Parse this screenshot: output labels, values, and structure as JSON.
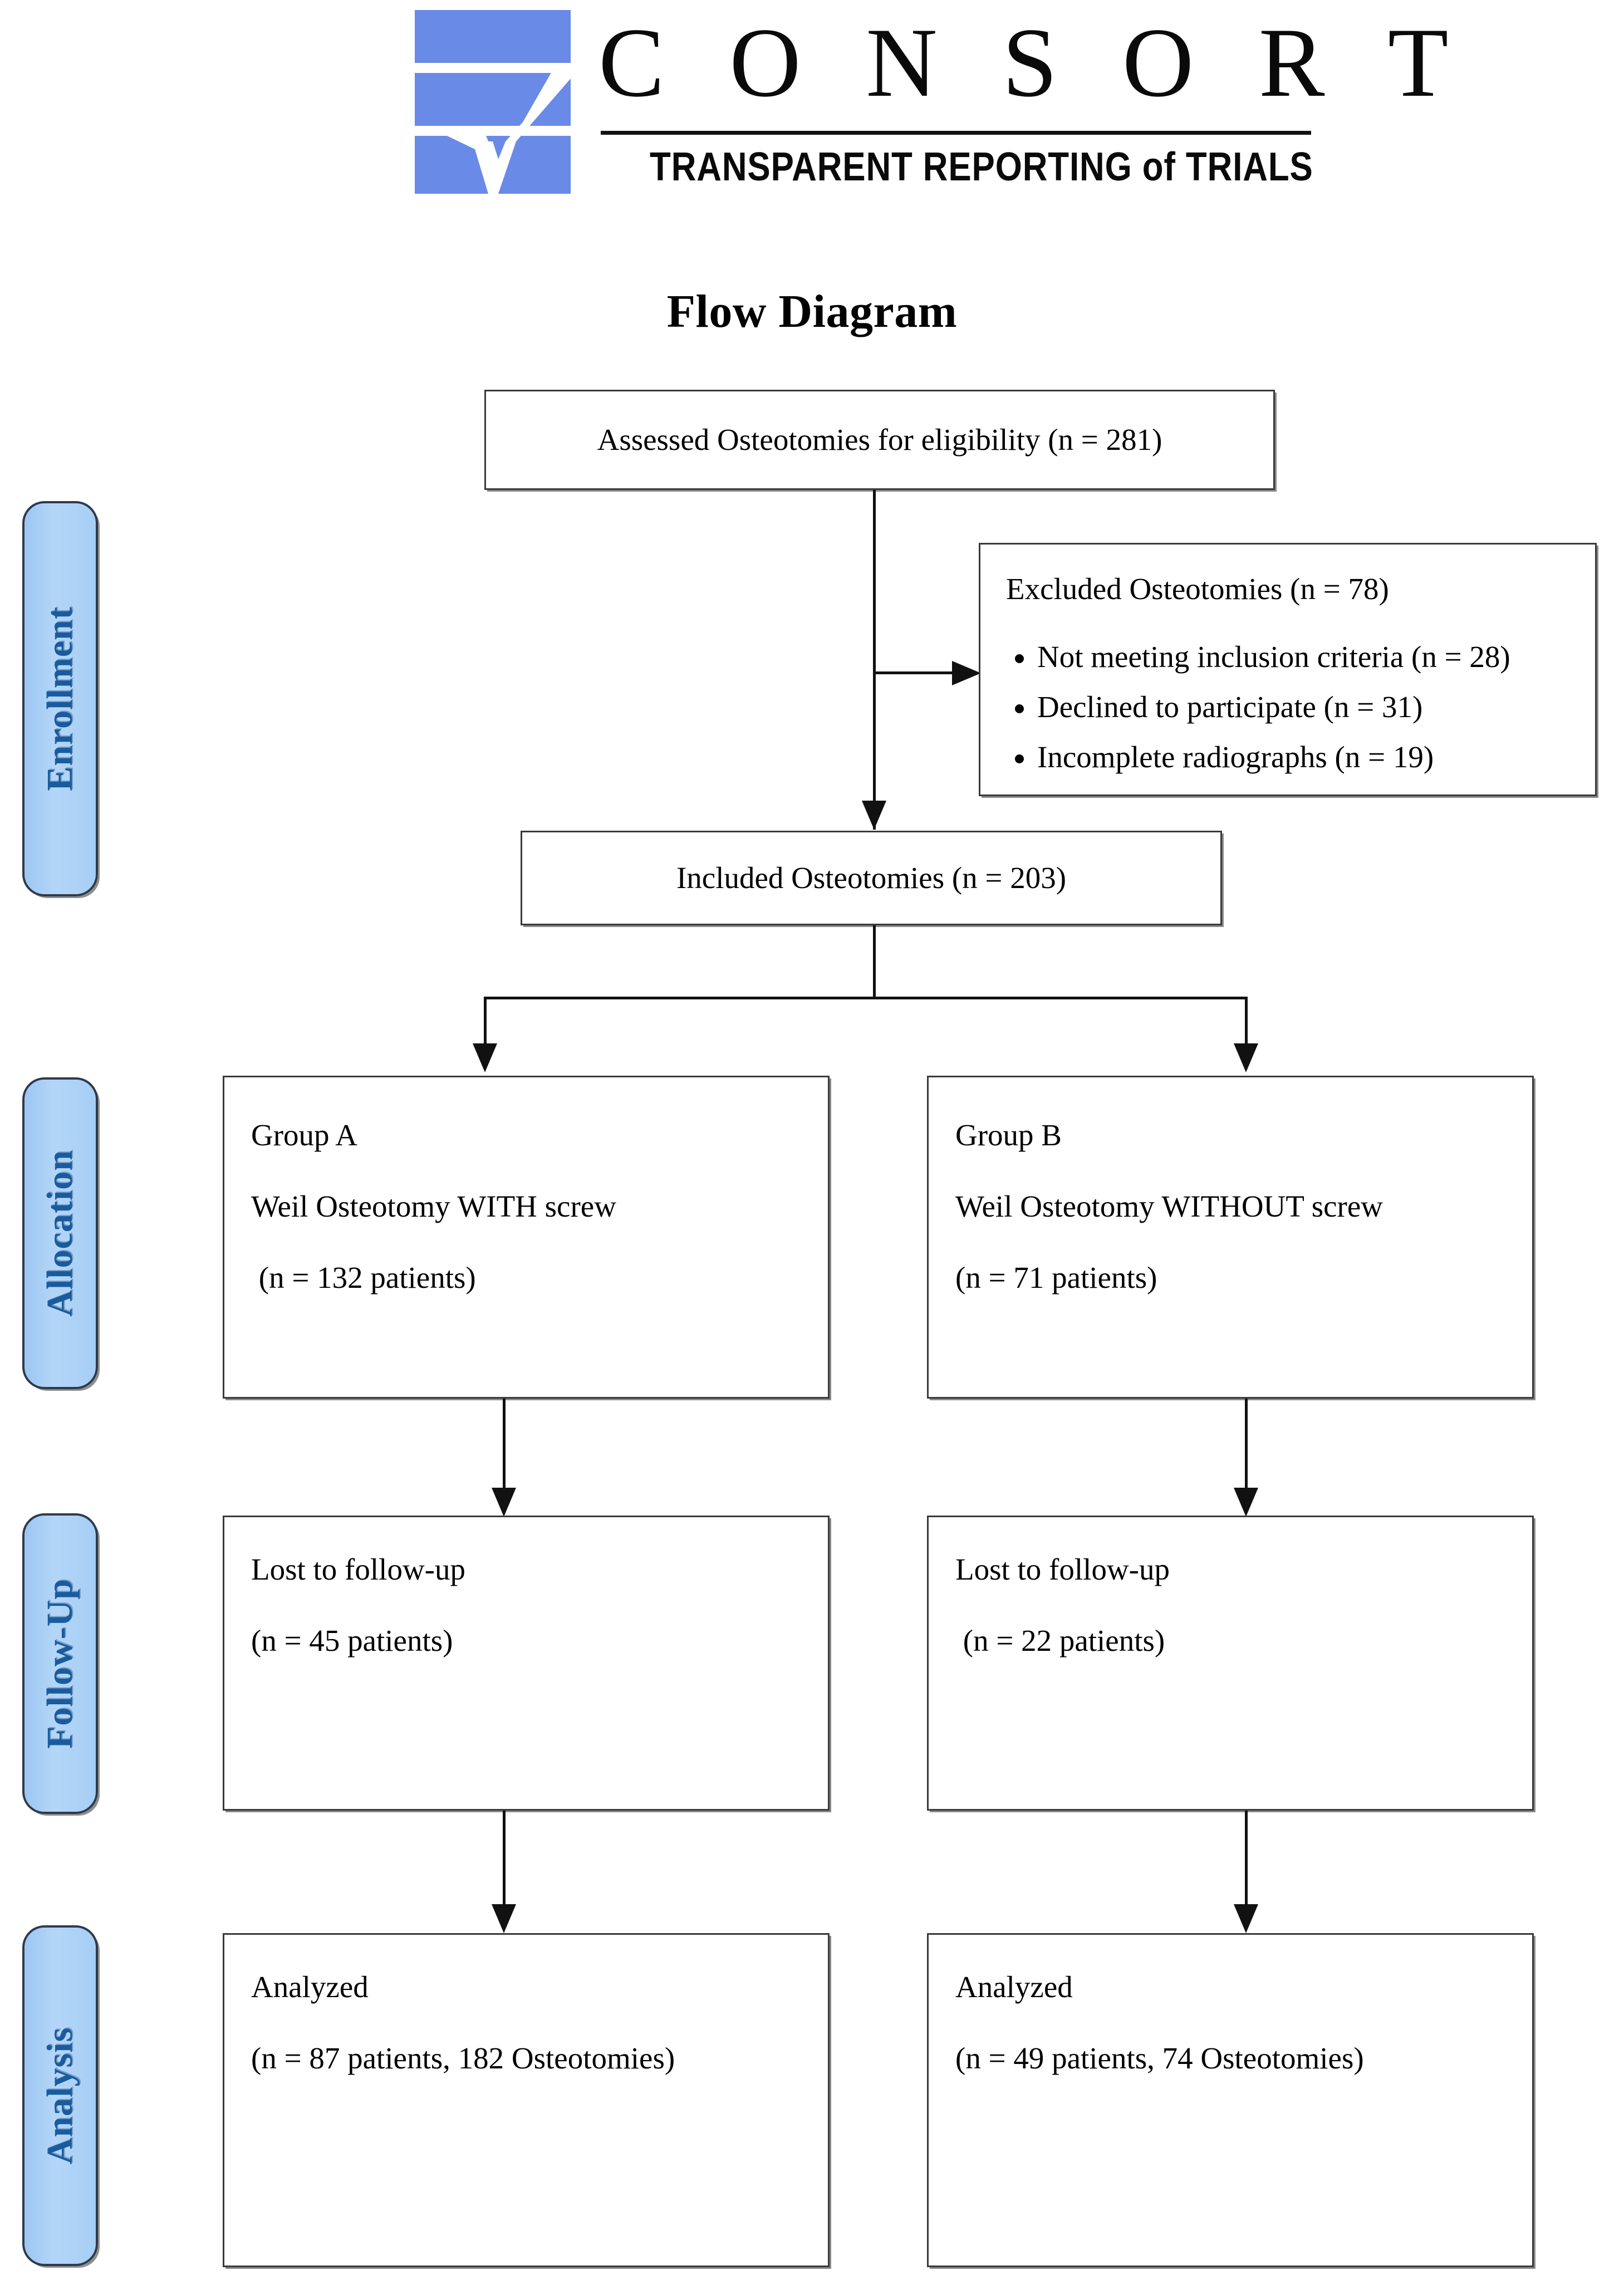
{
  "logo": {
    "wordmark": "C O N S O R T",
    "tagline": "TRANSPARENT REPORTING of TRIALS",
    "mark_name": "consort-checkmark-mark",
    "brand_blue": "#6a8ae8"
  },
  "title": "Flow Diagram",
  "stages": [
    {
      "id": "enrollment",
      "label": "Enrollment"
    },
    {
      "id": "allocation",
      "label": "Allocation"
    },
    {
      "id": "follow-up",
      "label": "Follow-Up"
    },
    {
      "id": "analysis",
      "label": "Analysis"
    }
  ],
  "boxes": {
    "assessed": {
      "text": "Assessed Osteotomies for eligibility (n = 281)"
    },
    "excluded": {
      "heading": "Excluded Osteotomies (n = 78)",
      "items": [
        "Not meeting inclusion criteria (n = 28)",
        "Declined to participate (n = 31)",
        "Incomplete radiographs (n = 19)"
      ]
    },
    "included": {
      "text": "Included Osteotomies (n = 203)"
    },
    "group_a": {
      "line1": "Group A",
      "line2": "Weil Osteotomy WITH screw",
      "line3": " (n = 132 patients)"
    },
    "group_b": {
      "line1": "Group B",
      "line2": "Weil Osteotomy WITHOUT screw",
      "line3": "(n = 71 patients)"
    },
    "lost_a": {
      "line1": "Lost to follow-up",
      "line2": "(n = 45 patients)"
    },
    "lost_b": {
      "line1": "Lost to follow-up",
      "line2": " (n = 22 patients)"
    },
    "analyzed_a": {
      "line1": "Analyzed",
      "line2": "(n = 87 patients, 182 Osteotomies)"
    },
    "analyzed_b": {
      "line1": "Analyzed",
      "line2": "(n = 49 patients, 74 Osteotomies)"
    }
  },
  "chart_data": {
    "type": "flow",
    "title": "Flow Diagram",
    "nodes": [
      {
        "id": "assessed",
        "stage": "Enrollment",
        "label": "Assessed Osteotomies for eligibility",
        "n": 281,
        "unit": "osteotomies"
      },
      {
        "id": "excluded",
        "stage": "Enrollment",
        "label": "Excluded Osteotomies",
        "n": 78,
        "unit": "osteotomies",
        "reasons": [
          {
            "label": "Not meeting inclusion criteria",
            "n": 28
          },
          {
            "label": "Declined to participate",
            "n": 31
          },
          {
            "label": "Incomplete radiographs",
            "n": 19
          }
        ]
      },
      {
        "id": "included",
        "stage": "Enrollment",
        "label": "Included Osteotomies",
        "n": 203,
        "unit": "osteotomies"
      },
      {
        "id": "group_a",
        "stage": "Allocation",
        "label": "Group A — Weil Osteotomy WITH screw",
        "n": 132,
        "unit": "patients"
      },
      {
        "id": "group_b",
        "stage": "Allocation",
        "label": "Group B — Weil Osteotomy WITHOUT screw",
        "n": 71,
        "unit": "patients"
      },
      {
        "id": "lost_a",
        "stage": "Follow-Up",
        "label": "Lost to follow-up (Group A)",
        "n": 45,
        "unit": "patients"
      },
      {
        "id": "lost_b",
        "stage": "Follow-Up",
        "label": "Lost to follow-up (Group B)",
        "n": 22,
        "unit": "patients"
      },
      {
        "id": "analyzed_a",
        "stage": "Analysis",
        "label": "Analyzed (Group A)",
        "n": 87,
        "unit": "patients",
        "osteotomies": 182
      },
      {
        "id": "analyzed_b",
        "stage": "Analysis",
        "label": "Analyzed (Group B)",
        "n": 49,
        "unit": "patients",
        "osteotomies": 74
      }
    ],
    "edges": [
      {
        "from": "assessed",
        "to": "excluded",
        "direction": "right"
      },
      {
        "from": "assessed",
        "to": "included",
        "direction": "down"
      },
      {
        "from": "included",
        "to": "group_a",
        "direction": "down-left"
      },
      {
        "from": "included",
        "to": "group_b",
        "direction": "down-right"
      },
      {
        "from": "group_a",
        "to": "lost_a",
        "direction": "down"
      },
      {
        "from": "group_b",
        "to": "lost_b",
        "direction": "down"
      },
      {
        "from": "lost_a",
        "to": "analyzed_a",
        "direction": "down"
      },
      {
        "from": "lost_b",
        "to": "analyzed_b",
        "direction": "down"
      }
    ]
  }
}
